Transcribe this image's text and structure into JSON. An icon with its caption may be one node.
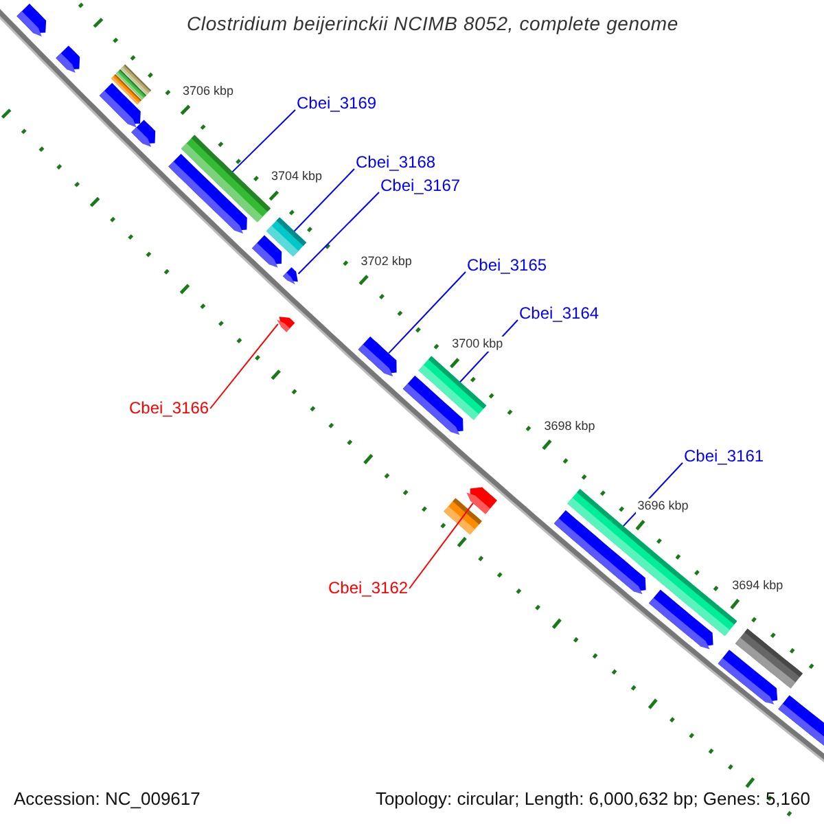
{
  "diagram": {
    "title": "Clostridium beijerinckii NCIMB 8052, complete genome",
    "nodes": [
      {
        "text": [
          "Cbei_3169"
        ]
      },
      {
        "text": [
          "Cbei_3168"
        ]
      },
      {
        "text": [
          "Cbei_3167"
        ]
      },
      {
        "text": [
          "Cbei_3165"
        ]
      },
      {
        "text": [
          "Cbei_3164"
        ]
      },
      {
        "text": [
          "Cbei_3166"
        ]
      },
      {
        "text": [
          "Cbei_3161"
        ]
      },
      {
        "text": [
          "Cbei_3162"
        ]
      },
      {
        "text": [],
        "shape": "arrow"
      },
      {
        "text": [],
        "shape": "arrow"
      },
      {
        "text": [],
        "shape": "arrow"
      },
      {
        "text": [],
        "shape": "bar"
      },
      {
        "text": [],
        "shape": "bar"
      },
      {
        "text": [],
        "shape": "bar"
      },
      {
        "text": [],
        "shape": "arrow"
      },
      {
        "text": [],
        "shape": "arrow"
      },
      {
        "text": [],
        "shape": "bar"
      },
      {
        "text": [],
        "shape": "arrow"
      },
      {
        "text": [],
        "shape": "bar"
      },
      {
        "text": [],
        "shape": "arrow"
      },
      {
        "text": [],
        "shape": "arrow"
      },
      {
        "text": [],
        "shape": "arrow"
      },
      {
        "text": [],
        "shape": "arrow"
      },
      {
        "text": [],
        "shape": "bar"
      },
      {
        "text": [],
        "shape": "bar"
      },
      {
        "text": [],
        "shape": "arrow"
      },
      {
        "text": [],
        "shape": "arrow"
      },
      {
        "text": [],
        "shape": "bar"
      },
      {
        "text": [],
        "shape": "arrow"
      },
      {
        "text": [],
        "shape": "arrow"
      },
      {
        "text": [],
        "shape": "bar"
      },
      {
        "text": [],
        "shape": "arrow"
      }
    ],
    "edges": [
      {
        "from": 0,
        "to": 16,
        "arrow": "none"
      },
      {
        "from": 1,
        "to": 18,
        "arrow": "none"
      },
      {
        "from": 2,
        "to": 20,
        "arrow": "none"
      },
      {
        "from": 3,
        "to": 21,
        "arrow": "none"
      },
      {
        "from": 4,
        "to": 23,
        "arrow": "none"
      },
      {
        "from": 5,
        "to": 19,
        "arrow": "none",
        "color": "#ff0000"
      },
      {
        "from": 6,
        "to": 27,
        "arrow": "none"
      },
      {
        "from": 7,
        "to": 25,
        "arrow": "none",
        "color": "#ff0000"
      }
    ],
    "labels": [
      "3706 kbp",
      "3704 kbp",
      "3702 kbp",
      "3700 kbp",
      "3698 kbp",
      "3696 kbp",
      "3694 kbp",
      "Accession: NC_009617",
      "Topology: circular; Length: 6,000,632 bp; Genes: 5,160"
    ]
  }
}
